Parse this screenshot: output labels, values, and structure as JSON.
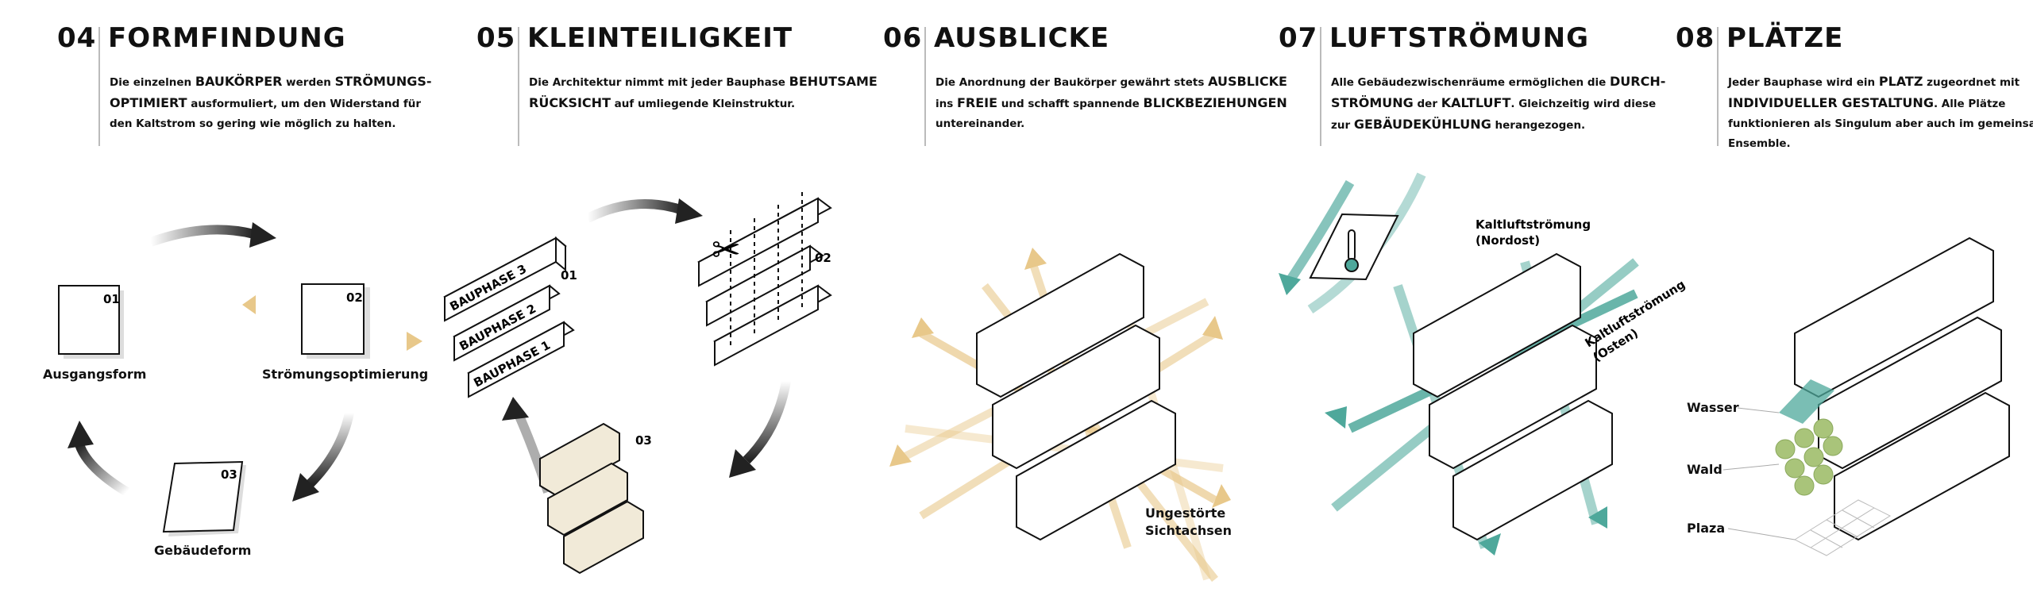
{
  "panels": [
    {
      "num": "04",
      "title": "FORMFINDUNG",
      "lines": [
        [
          "Die einzelnen ",
          "BAUKÖRPER",
          " werden ",
          "STRÖMUNGS-",
          ""
        ],
        [
          "",
          "OPTIMIERT",
          " ausformuliert, um den Widerstand für",
          "",
          ""
        ],
        [
          "den Kaltstrom so gering wie möglich zu halten.",
          "",
          "",
          "",
          ""
        ]
      ],
      "labels": {
        "b1": "01",
        "b2": "02",
        "b3": "03",
        "ausgang": "Ausgangsform",
        "stroemung": "Strömungsoptimierung",
        "gebaeude": "Gebäudeform"
      }
    },
    {
      "num": "05",
      "title": "KLEINTEILIGKEIT",
      "lines": [
        [
          "Die Architektur nimmt mit jeder Bauphase ",
          "BEHUTSAME",
          "",
          "",
          ""
        ],
        [
          "",
          "RÜCKSICHT",
          " auf umliegende Kleinstruktur.",
          "",
          ""
        ]
      ],
      "labels": {
        "bp3": "BAUPHASE 3",
        "bp2": "BAUPHASE 2",
        "bp1": "BAUPHASE 1",
        "n1": "01",
        "n2": "02",
        "n3": "03"
      }
    },
    {
      "num": "06",
      "title": "AUSBLICKE",
      "lines": [
        [
          "Die Anordnung der Baukörper gewährt stets ",
          "AUSBLICKE",
          "",
          "",
          ""
        ],
        [
          "ins ",
          "FREIE",
          " und schafft spannende ",
          "BLICKBEZIEHUNGEN",
          ""
        ],
        [
          "untereinander.",
          "",
          "",
          "",
          ""
        ]
      ],
      "labels": {
        "l1": "Ungestörte",
        "l2": "Sichtachsen"
      }
    },
    {
      "num": "07",
      "title": "LUFTSTRÖMUNG",
      "lines": [
        [
          "Alle Gebäudezwischenräume ermöglichen die ",
          "DURCH-",
          "",
          "",
          ""
        ],
        [
          "",
          "STRÖMUNG",
          " der ",
          "KALTLUFT",
          ". Gleichzeitig wird diese"
        ],
        [
          "zur ",
          "GEBÄUDEKÜHLUNG",
          " herangezogen.",
          "",
          ""
        ]
      ],
      "labels": {
        "no1": "Kaltluftströmung",
        "no2": "(Nordost)",
        "os1": "Kaltluftströmung",
        "os2": "(Osten)"
      }
    },
    {
      "num": "08",
      "title": "PLÄTZE",
      "lines": [
        [
          "Jeder Bauphase wird ein ",
          "PLATZ",
          " zugeordnet mit",
          "",
          ""
        ],
        [
          "",
          "INDIVIDUELLER GESTALTUNG",
          ". Alle Plätze",
          "",
          ""
        ],
        [
          "funktionieren als Singulum aber auch  im gemeinsamen",
          "",
          "",
          "",
          ""
        ],
        [
          "Ensemble.",
          "",
          "",
          "",
          ""
        ]
      ],
      "labels": {
        "wasser": "Wasser",
        "wald": "Wald",
        "plaza": "Plaza"
      }
    }
  ],
  "colors": {
    "ink": "#111111",
    "ochre": "#e8c88a",
    "teal": "#4ea89b",
    "green": "#a9c47a",
    "shadow": "#dddddd"
  }
}
